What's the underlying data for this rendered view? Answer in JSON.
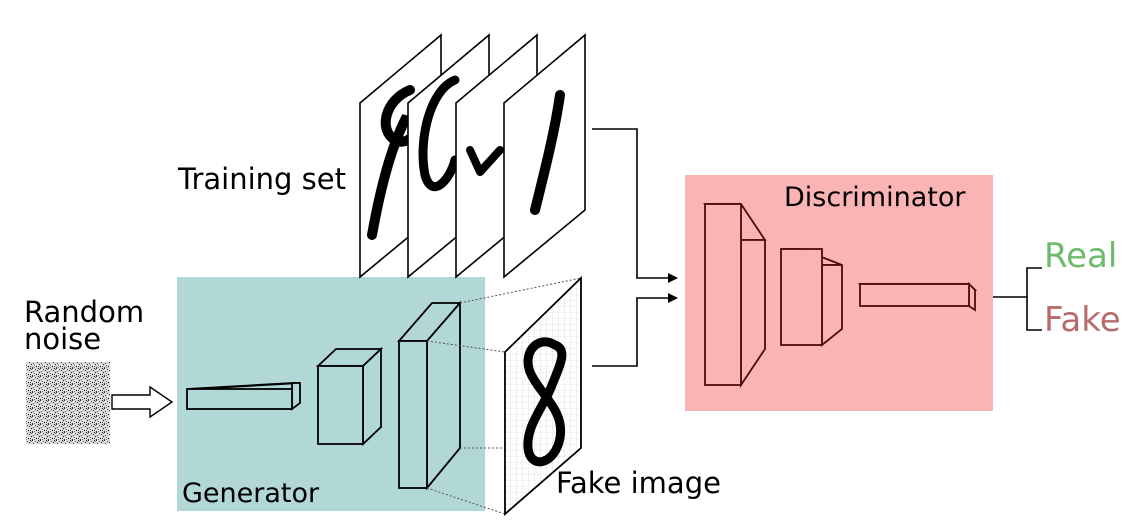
{
  "labels": {
    "training_set": "Training set",
    "random_noise_line1": "Random",
    "random_noise_line2": "noise",
    "generator": "Generator",
    "fake_image": "Fake image",
    "discriminator": "Discriminator",
    "real": "Real",
    "fake": "Fake"
  },
  "colors": {
    "generator_bg": "#b1d8d6",
    "discriminator_bg": "#fbb4b4",
    "real_text": "#6dbb6b",
    "fake_text": "#b86b6b",
    "box_stroke": "#000000",
    "disc_stroke": "#4a0c0c"
  }
}
